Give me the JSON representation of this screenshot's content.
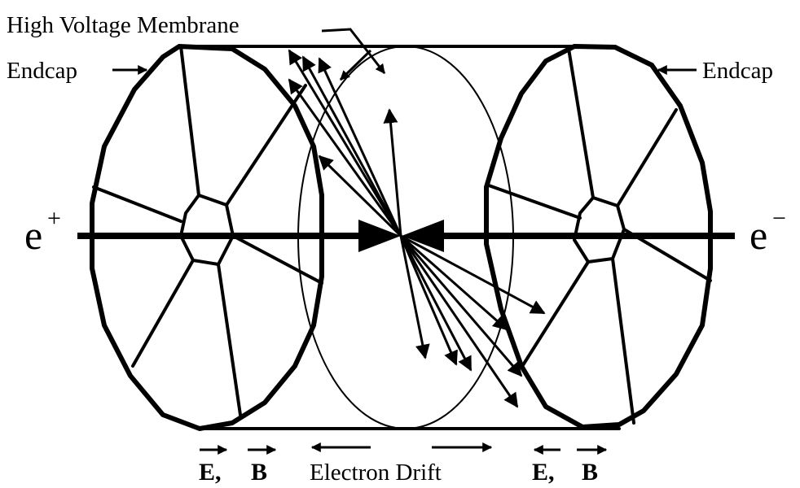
{
  "diagram": {
    "labels": {
      "membrane": "High Voltage Membrane",
      "endcap_left": "Endcap",
      "endcap_right": "Endcap",
      "positron_base": "e",
      "positron_sign": "+",
      "electron_base": "e",
      "electron_sign": "−",
      "field_left_E": "E,",
      "field_left_B": "B",
      "drift": "Electron Drift",
      "field_right_E": "E,",
      "field_right_B": "B"
    }
  }
}
